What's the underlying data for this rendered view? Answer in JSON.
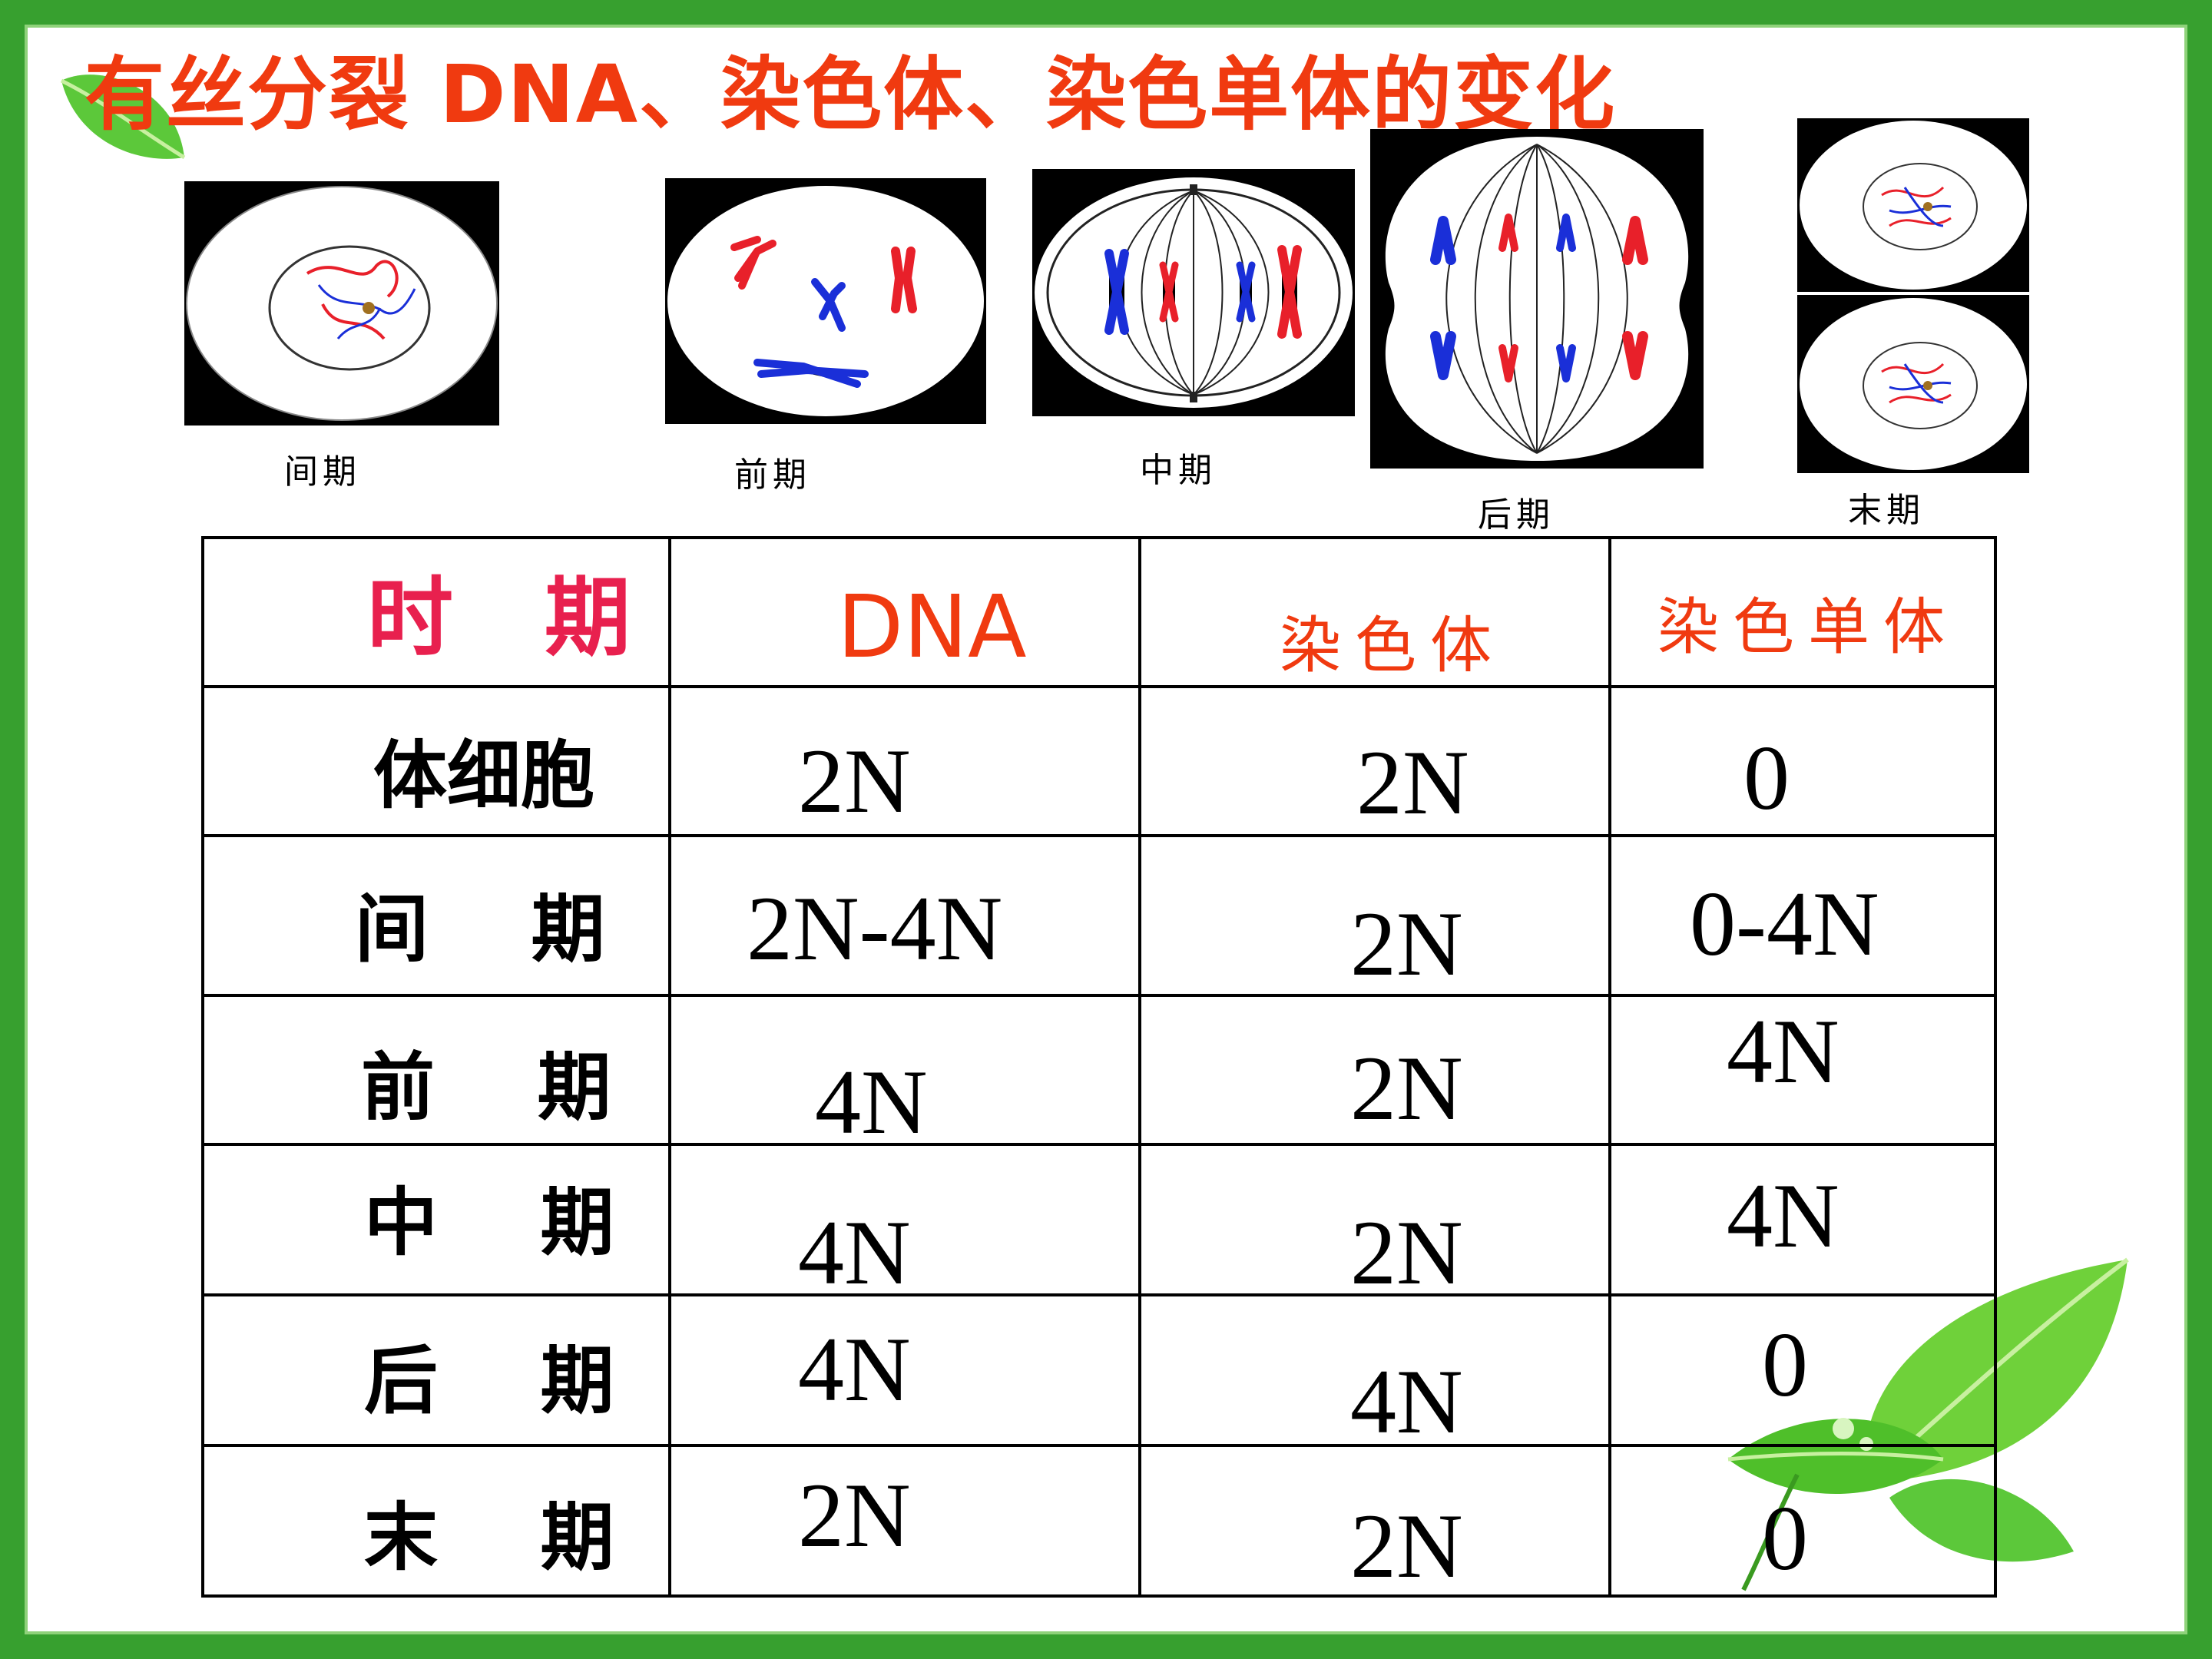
{
  "title": "有丝分裂 DNA、染色体、染色单体的变化",
  "phases": [
    "间期",
    "前期",
    "中期",
    "后期",
    "末期"
  ],
  "table": {
    "headers": [
      "时 期",
      "DNA",
      "染色体",
      "染色单体"
    ],
    "rows": [
      {
        "label": "体细胞",
        "dna": "2N",
        "chromosome": "2N",
        "chromatid": "0"
      },
      {
        "label": "间    期",
        "dna": "2N-4N",
        "chromosome": "2N",
        "chromatid": "0-4N"
      },
      {
        "label": "前    期",
        "dna": "4N",
        "chromosome": "2N",
        "chromatid": "4N"
      },
      {
        "label": "中    期",
        "dna": "4N",
        "chromosome": "2N",
        "chromatid": "4N"
      },
      {
        "label": "后    期",
        "dna": "4N",
        "chromosome": "4N",
        "chromatid": "0"
      },
      {
        "label": "末    期",
        "dna": "2N",
        "chromosome": "2N",
        "chromatid": "0"
      }
    ]
  },
  "colors": {
    "frame": "#37a02f",
    "title": "#f03a10",
    "period_header": "#e8204e",
    "chromosome_red": "#e8202a",
    "chromosome_blue": "#1a2fd8"
  }
}
